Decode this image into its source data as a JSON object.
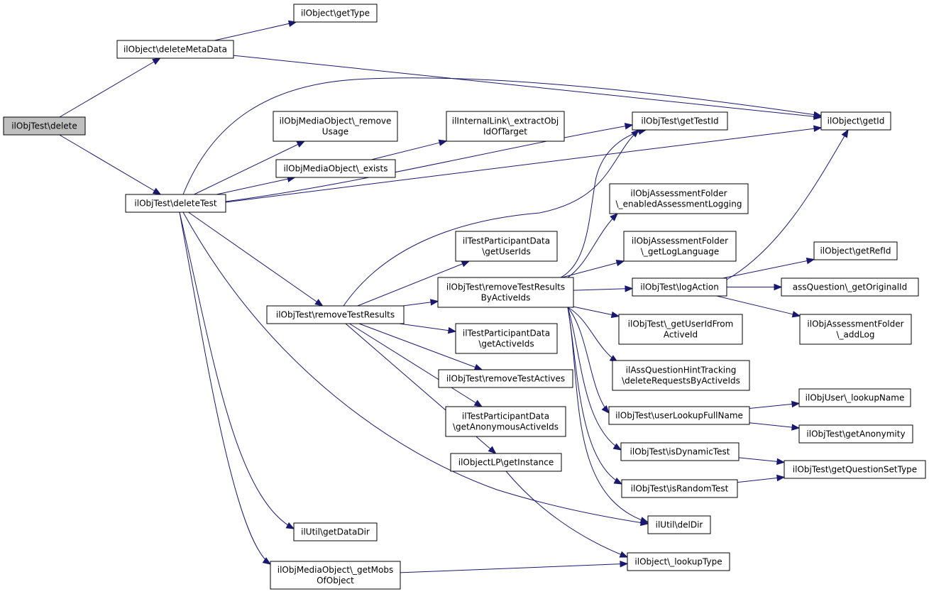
{
  "graph": {
    "arrow_color": "#191970",
    "root_fill": "#bfbfbf",
    "node_fill": "#ffffff",
    "nodes": [
      {
        "id": "delete",
        "lines": [
          "ilObjTest\\delete"
        ],
        "root": true
      },
      {
        "id": "deleteMetaData",
        "lines": [
          "ilObject\\deleteMetaData"
        ]
      },
      {
        "id": "getType",
        "lines": [
          "ilObject\\getType"
        ]
      },
      {
        "id": "deleteTest",
        "lines": [
          "ilObjTest\\deleteTest"
        ]
      },
      {
        "id": "getId",
        "lines": [
          "ilObject\\getId"
        ]
      },
      {
        "id": "removeUsage",
        "lines": [
          "ilObjMediaObject\\_remove",
          "Usage"
        ]
      },
      {
        "id": "exists",
        "lines": [
          "ilObjMediaObject\\_exists"
        ]
      },
      {
        "id": "extractObjId",
        "lines": [
          "ilInternalLink\\_extractObj",
          "IdOfTarget"
        ]
      },
      {
        "id": "getTestId",
        "lines": [
          "ilObjTest\\getTestId"
        ]
      },
      {
        "id": "enabledLogging",
        "lines": [
          "ilObjAssessmentFolder",
          "\\_enabledAssessmentLogging"
        ]
      },
      {
        "id": "getLogLanguage",
        "lines": [
          "ilObjAssessmentFolder",
          "\\_getLogLanguage"
        ]
      },
      {
        "id": "getUserIds",
        "lines": [
          "ilTestParticipantData",
          "\\getUserIds"
        ]
      },
      {
        "id": "removeByActive",
        "lines": [
          "ilObjTest\\removeTestResults",
          "ByActiveIds"
        ]
      },
      {
        "id": "logAction",
        "lines": [
          "ilObjTest\\logAction"
        ]
      },
      {
        "id": "getRefId",
        "lines": [
          "ilObject\\getRefId"
        ]
      },
      {
        "id": "getOriginalId",
        "lines": [
          "assQuestion\\_getOriginalId"
        ]
      },
      {
        "id": "addLog",
        "lines": [
          "ilObjAssessmentFolder",
          "\\_addLog"
        ]
      },
      {
        "id": "removeTestResults",
        "lines": [
          "ilObjTest\\removeTestResults"
        ]
      },
      {
        "id": "getUserIdFromActive",
        "lines": [
          "ilObjTest\\_getUserIdFrom",
          "ActiveId"
        ]
      },
      {
        "id": "getActiveIds",
        "lines": [
          "ilTestParticipantData",
          "\\getActiveIds"
        ]
      },
      {
        "id": "hintTracking",
        "lines": [
          "ilAssQuestionHintTracking",
          "\\deleteRequestsByActiveIds"
        ]
      },
      {
        "id": "removeTestActives",
        "lines": [
          "ilObjTest\\removeTestActives"
        ]
      },
      {
        "id": "lookupName",
        "lines": [
          "ilObjUser\\_lookupName"
        ]
      },
      {
        "id": "userLookupFullName",
        "lines": [
          "ilObjTest\\userLookupFullName"
        ]
      },
      {
        "id": "getAnonymousActiveIds",
        "lines": [
          "ilTestParticipantData",
          "\\getAnonymousActiveIds"
        ]
      },
      {
        "id": "getAnonymity",
        "lines": [
          "ilObjTest\\getAnonymity"
        ]
      },
      {
        "id": "isDynamicTest",
        "lines": [
          "ilObjTest\\isDynamicTest"
        ]
      },
      {
        "id": "getInstance",
        "lines": [
          "ilObjectLP\\getInstance"
        ]
      },
      {
        "id": "getQuestionSetType",
        "lines": [
          "ilObjTest\\getQuestionSetType"
        ]
      },
      {
        "id": "isRandomTest",
        "lines": [
          "ilObjTest\\isRandomTest"
        ]
      },
      {
        "id": "delDir",
        "lines": [
          "ilUtil\\delDir"
        ]
      },
      {
        "id": "getDataDir",
        "lines": [
          "ilUtil\\getDataDir"
        ]
      },
      {
        "id": "lookupType",
        "lines": [
          "ilObject\\_lookupType"
        ]
      },
      {
        "id": "getMobsOfObject",
        "lines": [
          "ilObjMediaObject\\_getMobs",
          "OfObject"
        ]
      }
    ],
    "edges": [
      [
        "delete",
        "deleteMetaData"
      ],
      [
        "delete",
        "deleteTest"
      ],
      [
        "deleteMetaData",
        "getType"
      ],
      [
        "deleteMetaData",
        "getId"
      ],
      [
        "deleteTest",
        "getId"
      ],
      [
        "deleteTest",
        "removeUsage"
      ],
      [
        "deleteTest",
        "exists"
      ],
      [
        "deleteTest",
        "getTestId"
      ],
      [
        "deleteTest",
        "getId"
      ],
      [
        "deleteTest",
        "removeTestResults"
      ],
      [
        "deleteTest",
        "delDir"
      ],
      [
        "deleteTest",
        "getDataDir"
      ],
      [
        "deleteTest",
        "getMobsOfObject"
      ],
      [
        "exists",
        "extractObjId"
      ],
      [
        "removeTestResults",
        "getTestId"
      ],
      [
        "removeTestResults",
        "getUserIds"
      ],
      [
        "removeTestResults",
        "removeByActive"
      ],
      [
        "removeTestResults",
        "getActiveIds"
      ],
      [
        "removeTestResults",
        "removeTestActives"
      ],
      [
        "removeTestResults",
        "getAnonymousActiveIds"
      ],
      [
        "removeTestResults",
        "getInstance"
      ],
      [
        "removeByActive",
        "getTestId"
      ],
      [
        "removeByActive",
        "enabledLogging"
      ],
      [
        "removeByActive",
        "getLogLanguage"
      ],
      [
        "removeByActive",
        "logAction"
      ],
      [
        "removeByActive",
        "getUserIdFromActive"
      ],
      [
        "removeByActive",
        "hintTracking"
      ],
      [
        "removeByActive",
        "userLookupFullName"
      ],
      [
        "removeByActive",
        "isDynamicTest"
      ],
      [
        "removeByActive",
        "isRandomTest"
      ],
      [
        "removeByActive",
        "delDir"
      ],
      [
        "logAction",
        "getId"
      ],
      [
        "logAction",
        "getRefId"
      ],
      [
        "logAction",
        "getOriginalId"
      ],
      [
        "logAction",
        "addLog"
      ],
      [
        "userLookupFullName",
        "lookupName"
      ],
      [
        "userLookupFullName",
        "getAnonymity"
      ],
      [
        "isDynamicTest",
        "getQuestionSetType"
      ],
      [
        "isRandomTest",
        "getQuestionSetType"
      ],
      [
        "getInstance",
        "lookupType"
      ],
      [
        "getMobsOfObject",
        "lookupType"
      ]
    ]
  }
}
